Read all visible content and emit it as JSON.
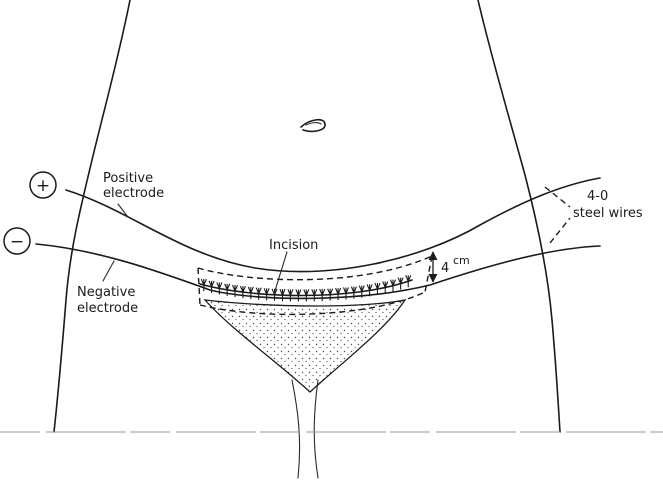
{
  "labels": {
    "positive_sign": "+",
    "negative_sign": "−",
    "positive_electrode_line1": "Positive",
    "positive_electrode_line2": "electrode",
    "negative_electrode_line1": "Negative",
    "negative_electrode_line2": "electrode",
    "incision": "Incision",
    "width_value": "4",
    "width_unit": "cm",
    "wires_line1": "4-0",
    "wires_line2": "steel wires"
  }
}
